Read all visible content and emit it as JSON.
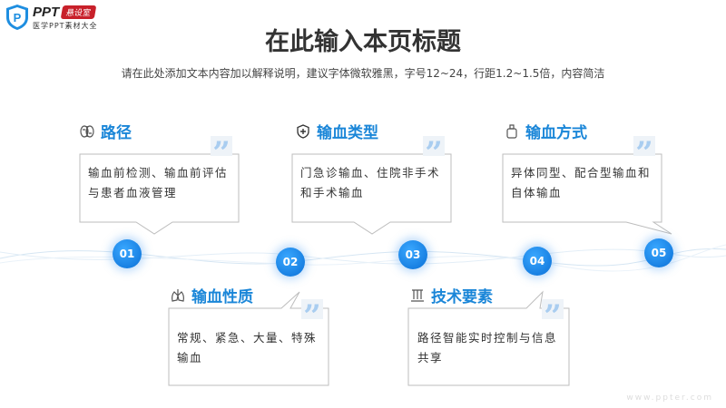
{
  "logo": {
    "brand": "PPT",
    "tag": "悬设室",
    "subtitle": "医学PPT素材大全"
  },
  "title": "在此输入本页标题",
  "subtitle": "请在此处添加文本内容加以解释说明，建议字体微软雅黑，字号12~24，行距1.2~1.5倍，内容简洁",
  "items": [
    {
      "title": "路径",
      "text": "输血前检测、输血前评估与患者血液管理",
      "icon": "brain-icon",
      "node": "01"
    },
    {
      "title": "输血性质",
      "text": "常规、紧急、大量、特殊输血",
      "icon": "lungs-icon",
      "node": "02"
    },
    {
      "title": "输血类型",
      "text": "门急诊输血、住院非手术和手术输血",
      "icon": "shield-plus-icon",
      "node": "03"
    },
    {
      "title": "技术要素",
      "text": "路径智能实时控制与信息共享",
      "icon": "lab-icon",
      "node": "04"
    },
    {
      "title": "输血方式",
      "text": "异体同型、配合型输血和自体输血",
      "icon": "blood-bag-icon",
      "node": "05"
    }
  ],
  "quote_glyph": "”",
  "watermark": "www.ppter.com",
  "colors": {
    "accent": "#1a86d8",
    "node": "#0a6fd6"
  }
}
